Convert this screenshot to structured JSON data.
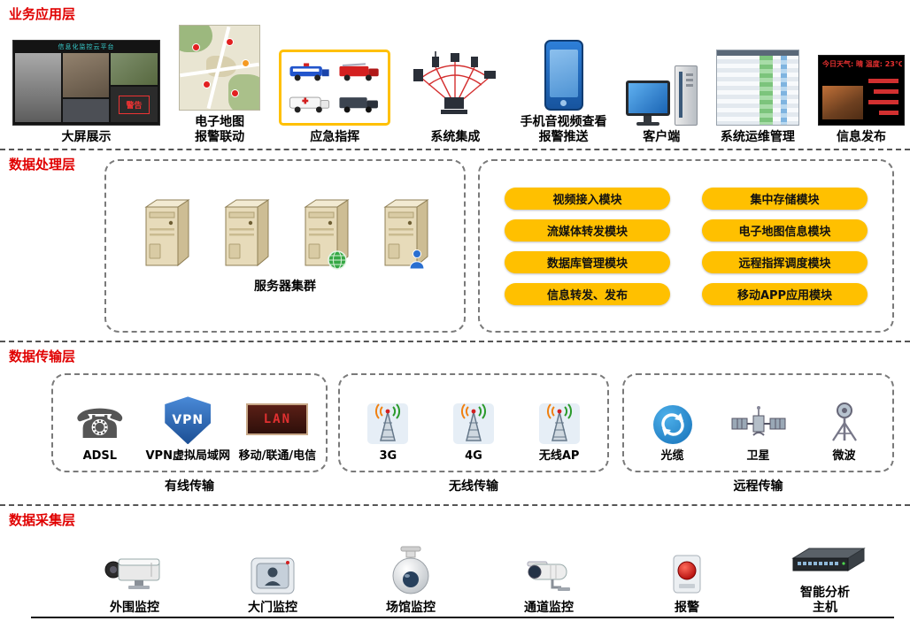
{
  "app": {
    "title": "业务应用层",
    "items": [
      {
        "label": "大屏展示"
      },
      {
        "label": "电子地图\n报警联动"
      },
      {
        "label": "应急指挥"
      },
      {
        "label": "系统集成"
      },
      {
        "label": "手机音视频查看\n报警推送"
      },
      {
        "label": "客户端"
      },
      {
        "label": "系统运维管理"
      },
      {
        "label": "信息发布"
      }
    ],
    "wall_banner": "信息化监控云平台",
    "wall_alert": "警告",
    "publish_line1": "今日天气: 晴  温度: 23℃"
  },
  "processing": {
    "title": "数据处理层",
    "server_label": "服务器集群",
    "modules_left": [
      "视频接入模块",
      "流媒体转发模块",
      "数据库管理模块",
      "信息转发、发布"
    ],
    "modules_right": [
      "集中存储模块",
      "电子地图信息模块",
      "远程指挥调度模块",
      "移动APP应用模块"
    ]
  },
  "transmission": {
    "title": "数据传输层",
    "vpn_text": "VPN",
    "lan_text": "LAN",
    "wired": {
      "label": "有线传输",
      "items": [
        "ADSL",
        "VPN虚拟局域网",
        "移动/联通/电信"
      ]
    },
    "wireless": {
      "label": "无线传输",
      "items": [
        "3G",
        "4G",
        "无线AP"
      ]
    },
    "remote": {
      "label": "远程传输",
      "items": [
        "光缆",
        "卫星",
        "微波"
      ]
    }
  },
  "collection": {
    "title": "数据采集层",
    "items": [
      "外围监控",
      "大门监控",
      "场馆监控",
      "通道监控",
      "报警",
      "智能分析\n主机"
    ]
  },
  "colors": {
    "accent_yellow": "#ffc000",
    "title_red": "#e00000"
  }
}
